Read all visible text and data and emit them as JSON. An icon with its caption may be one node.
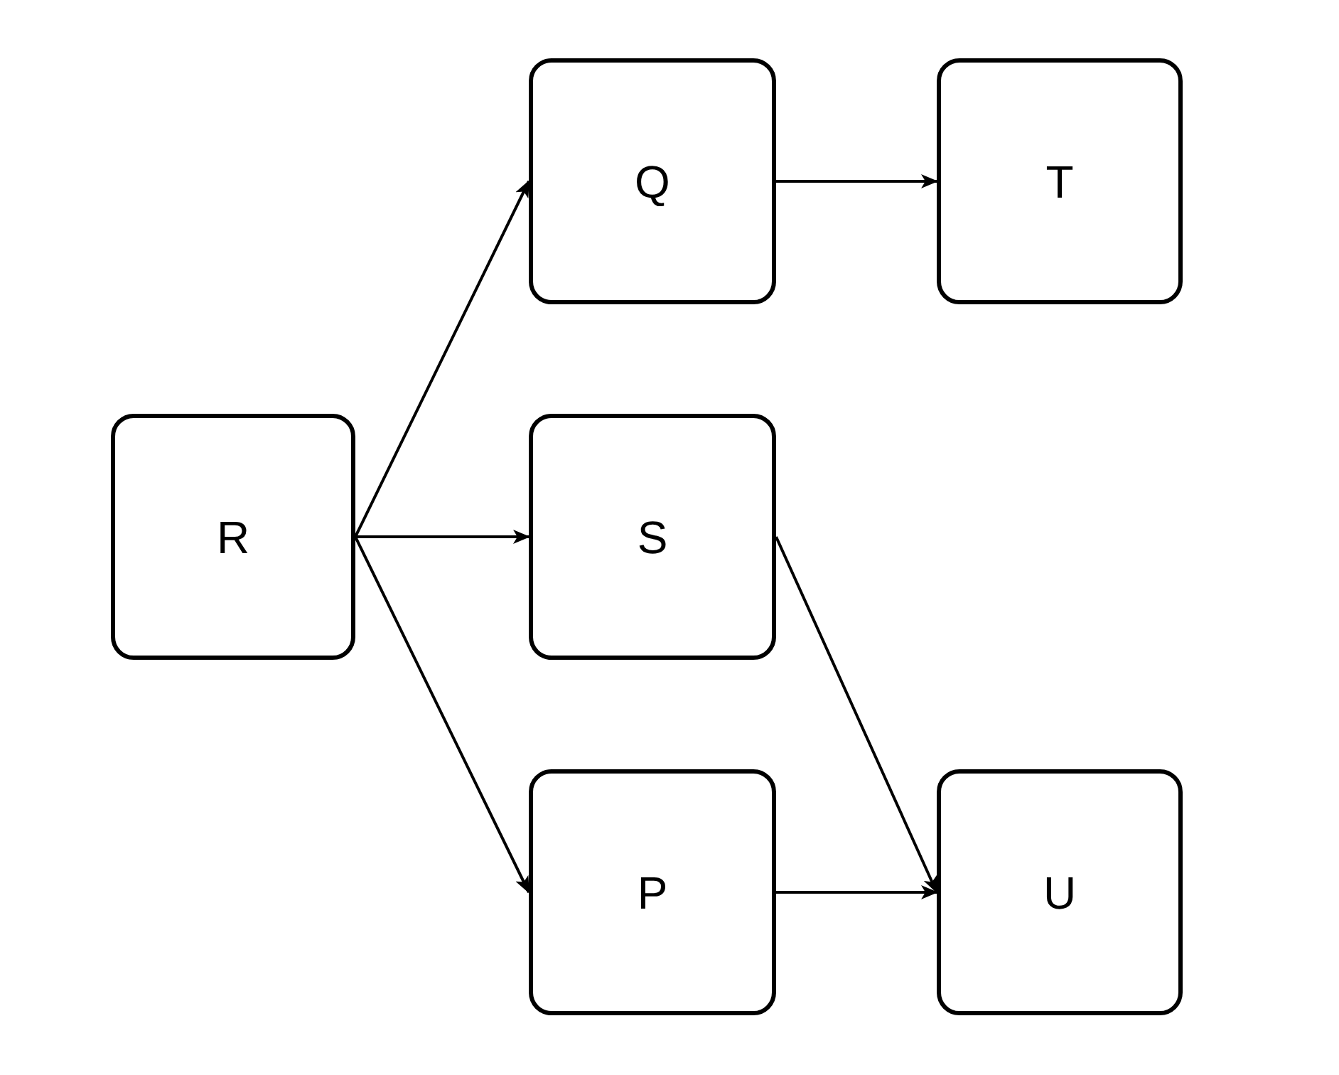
{
  "diagram": {
    "nodes": [
      {
        "text": [
          "Q"
        ]
      },
      {
        "text": [
          "T"
        ]
      },
      {
        "text": [
          "R"
        ]
      },
      {
        "text": [
          "S"
        ]
      },
      {
        "text": [
          "P"
        ]
      },
      {
        "text": [
          "U"
        ]
      }
    ],
    "edges": [
      {
        "from": 2,
        "to": 0,
        "arrow": "to"
      },
      {
        "from": 2,
        "to": 3,
        "arrow": "to"
      },
      {
        "from": 2,
        "to": 4,
        "arrow": "to"
      },
      {
        "from": 0,
        "to": 1,
        "arrow": "to"
      },
      {
        "from": 3,
        "to": 5,
        "arrow": "to"
      },
      {
        "from": 4,
        "to": 5,
        "arrow": "to"
      }
    ]
  }
}
